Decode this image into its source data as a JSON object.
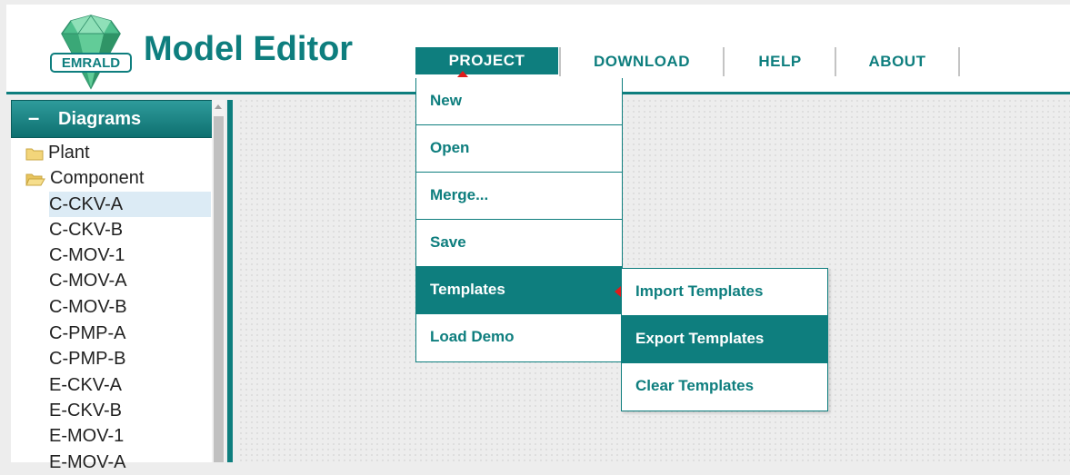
{
  "logo": {
    "text": "EMRALD"
  },
  "app": {
    "title": "Model Editor"
  },
  "nav": {
    "items": [
      {
        "label": "PROJECT"
      },
      {
        "label": "DOWNLOAD"
      },
      {
        "label": "HELP"
      },
      {
        "label": "ABOUT"
      }
    ]
  },
  "sidebar": {
    "collapse_symbol": "–",
    "title": "Diagrams",
    "folders": [
      {
        "label": "Plant"
      },
      {
        "label": "Component"
      }
    ],
    "items": [
      {
        "label": "C-CKV-A"
      },
      {
        "label": "C-CKV-B"
      },
      {
        "label": "C-MOV-1"
      },
      {
        "label": "C-MOV-A"
      },
      {
        "label": "C-MOV-B"
      },
      {
        "label": "C-PMP-A"
      },
      {
        "label": "C-PMP-B"
      },
      {
        "label": "E-CKV-A"
      },
      {
        "label": "E-CKV-B"
      },
      {
        "label": "E-MOV-1"
      },
      {
        "label": "E-MOV-A"
      }
    ]
  },
  "project_menu": {
    "items": [
      {
        "label": "New"
      },
      {
        "label": "Open"
      },
      {
        "label": "Merge..."
      },
      {
        "label": "Save"
      },
      {
        "label": "Templates"
      },
      {
        "label": "Load Demo"
      }
    ]
  },
  "templates_submenu": {
    "items": [
      {
        "label": "Import Templates"
      },
      {
        "label": "Export Templates"
      },
      {
        "label": "Clear Templates"
      }
    ]
  },
  "colors": {
    "accent": "#0e7e7e",
    "caret": "#e01b1b",
    "gem": "#4fc08d",
    "selection": "#dcebf5"
  }
}
